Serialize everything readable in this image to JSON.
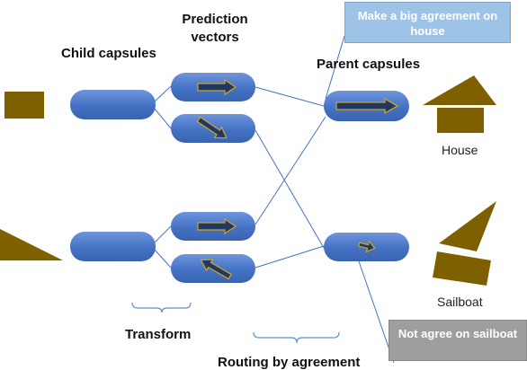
{
  "labels": {
    "prediction_vectors": "Prediction\nvectors",
    "child_capsules": "Child capsules",
    "parent_capsules": "Parent capsules",
    "house": "House",
    "sailboat": "Sailboat",
    "transform": "Transform",
    "routing": "Routing by agreement"
  },
  "callouts": {
    "agree": "Make a big agreement on house",
    "disagree": "Not agree on sailboat"
  },
  "colors": {
    "capsule_fill": "#4472c4",
    "capsule_light": "#6f95dc",
    "arrow_fill": "#1f3864",
    "arrow_outline": "#c9a227",
    "shape_fill": "#7f6000",
    "line": "#4472c4",
    "brace": "#5b8fd1"
  }
}
